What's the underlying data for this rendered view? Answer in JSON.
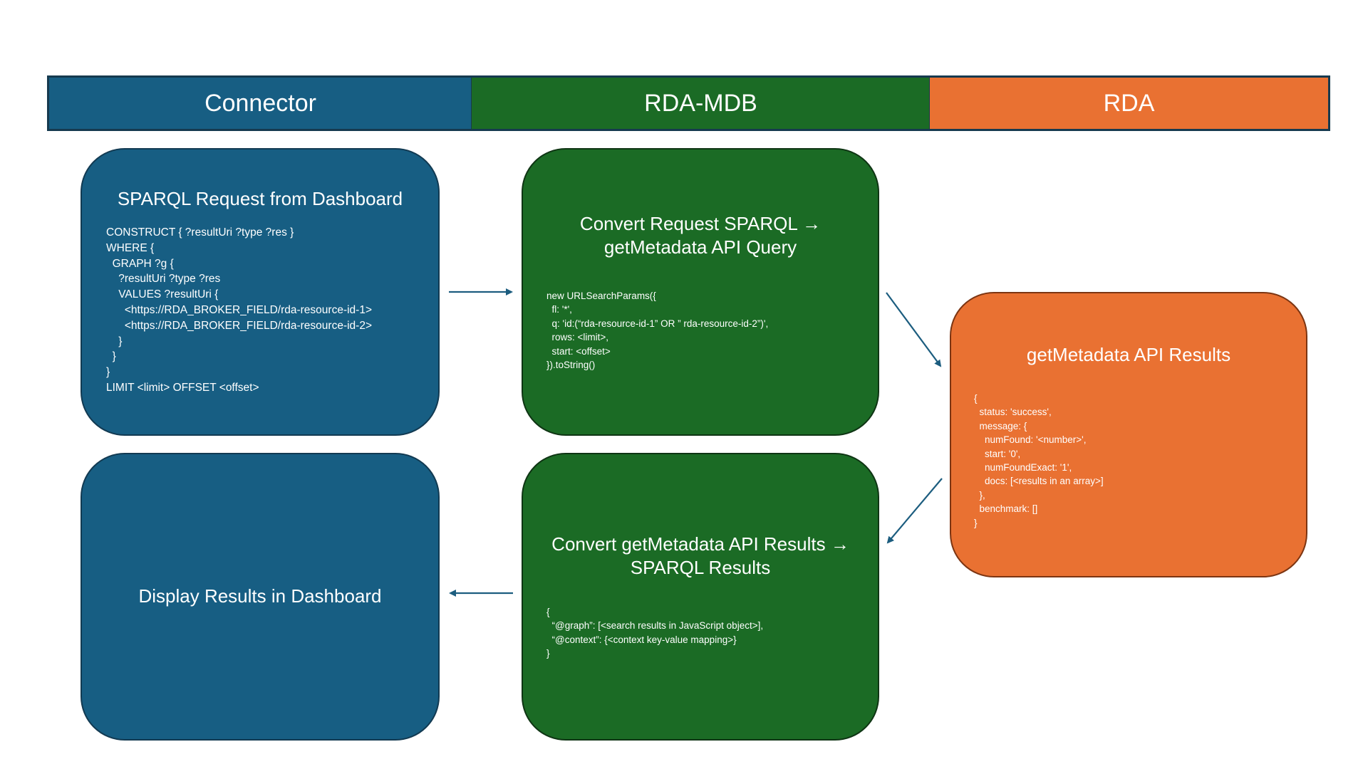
{
  "headers": {
    "connector": "Connector",
    "rda_mdb": "RDA-MDB",
    "rda": "RDA"
  },
  "boxes": {
    "sparql_request": {
      "title": "SPARQL Request from Dashboard",
      "code": "CONSTRUCT { ?resultUri ?type ?res }\nWHERE {\n  GRAPH ?g {\n    ?resultUri ?type ?res\n    VALUES ?resultUri {\n      <https://RDA_BROKER_FIELD/rda-resource-id-1>\n      <https://RDA_BROKER_FIELD/rda-resource-id-2>\n    }\n  }\n}\nLIMIT <limit> OFFSET <offset>"
    },
    "convert_request": {
      "title": "Convert Request SPARQL →\ngetMetadata API Query",
      "code": "new URLSearchParams({\n  fl: '*',\n  q: 'id:(“rda-resource-id-1” OR ” rda-resource-id-2”)',\n  rows: <limit>,\n  start: <offset>\n}).toString()"
    },
    "api_results": {
      "title": "getMetadata API Results",
      "code": "{\n  status: 'success',\n  message: {\n    numFound: '<number>',\n    start: '0',\n    numFoundExact: '1',\n    docs: [<results in an array>]\n  },\n  benchmark: []\n}"
    },
    "convert_results": {
      "title": "Convert getMetadata API Results →\nSPARQL Results",
      "code": "{\n  “@graph”: [<search results in JavaScript object>],\n  “@context”: {<context key-value mapping>}\n}"
    },
    "display_results": {
      "title": "Display Results in Dashboard"
    }
  },
  "colors": {
    "connector_blue": "#175e83",
    "mdb_green": "#1b6b25",
    "rda_orange": "#e97132",
    "arrow": "#1c5d7f"
  }
}
